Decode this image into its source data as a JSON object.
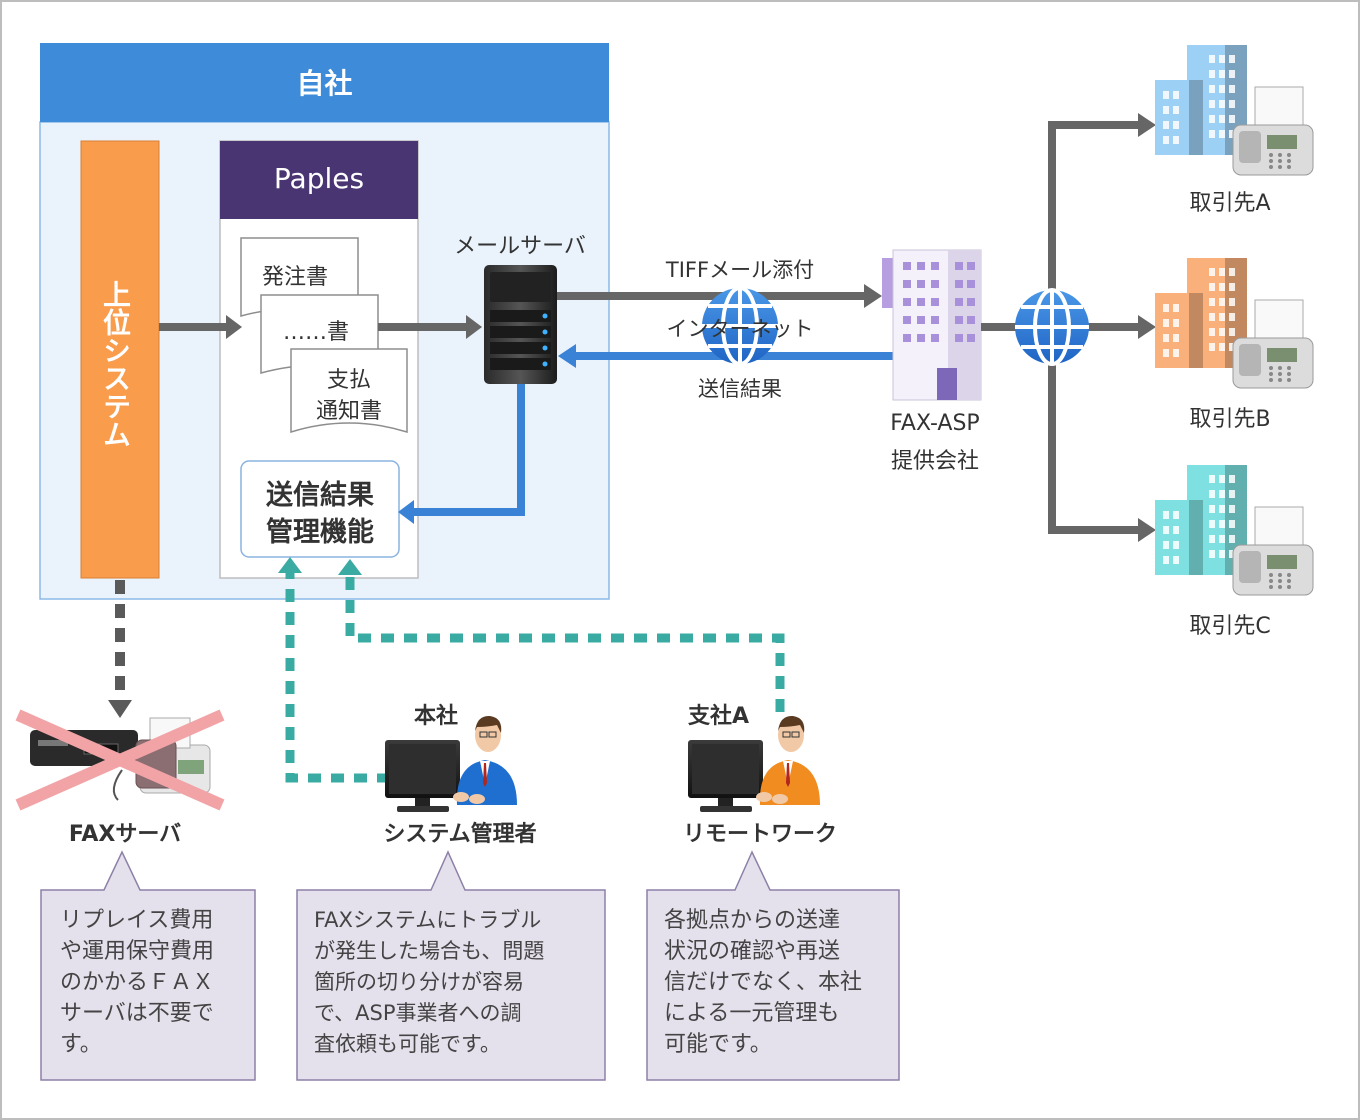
{
  "company": {
    "title": "自社"
  },
  "upper_system": {
    "label": "上位システム"
  },
  "paples": {
    "title": "Paples",
    "docs": {
      "order": "発注書",
      "generic": "……書",
      "payment_line1": "支払",
      "payment_line2": "通知書"
    },
    "result_mgmt": {
      "line1": "送信結果",
      "line2": "管理機能"
    }
  },
  "mail_server": {
    "label": "メールサーバ"
  },
  "internet": {
    "tiff_label": "TIFFメール添付",
    "internet_label": "インターネット",
    "result_label": "送信結果"
  },
  "fax_asp": {
    "line1": "FAX-ASP",
    "line2": "提供会社"
  },
  "clients": [
    {
      "label": "取引先A",
      "color": "#9cd0f5"
    },
    {
      "label": "取引先B",
      "color": "#f9b07b"
    },
    {
      "label": "取引先C",
      "color": "#7ee0e0"
    }
  ],
  "fax_server": {
    "label": "FAXサーバ"
  },
  "head_office": {
    "place": "本社",
    "role": "システム管理者",
    "suit_color": "#1f6fd1"
  },
  "branch": {
    "place": "支社A",
    "role": "リモートワーク",
    "suit_color": "#f08c20"
  },
  "callouts": [
    {
      "lines": [
        "リプレイス費用",
        "や運用保守費用",
        "のかかるＦＡＸ",
        "サーバは不要で",
        "す。"
      ]
    },
    {
      "lines": [
        "FAXシステムにトラブル",
        "が発生した場合も、問題",
        "箇所の切り分けが容易",
        "で、ASP事業者への調",
        "査依頼も可能です。"
      ]
    },
    {
      "lines": [
        "各拠点からの送達",
        "状況の確認や再送",
        "信だけでなく、本社",
        "による一元管理も",
        "可能です。"
      ]
    }
  ],
  "colors": {
    "company_header": "#3d8bd9",
    "company_bg": "#eaf3fc",
    "paples_header": "#4a3573",
    "upper_system": "#f99d4d",
    "blue_arrow": "#3a82d6",
    "gray_arrow": "#666666",
    "teal_dash": "#3aaba3",
    "callout_bg": "#e5e1ec"
  }
}
